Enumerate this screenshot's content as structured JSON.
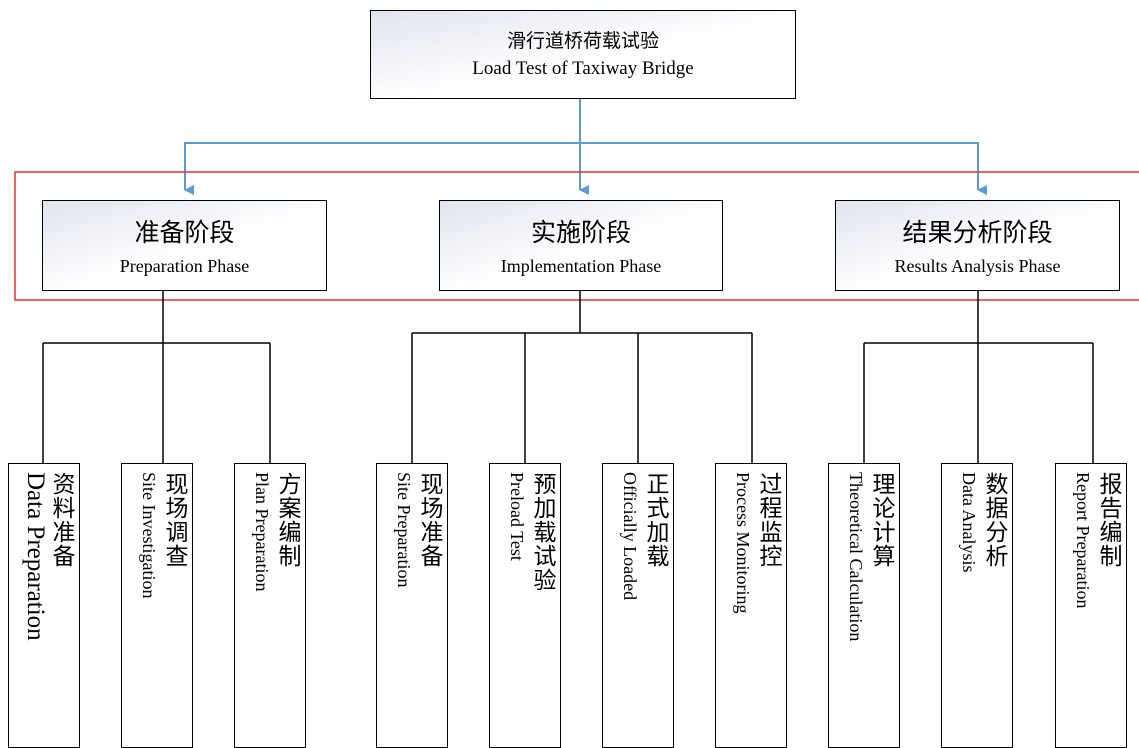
{
  "root": {
    "zh": "滑行道桥荷载试验",
    "en": "Load Test of Taxiway Bridge"
  },
  "phases": [
    {
      "zh": "准备阶段",
      "en": "Preparation Phase"
    },
    {
      "zh": "实施阶段",
      "en": "Implementation Phase"
    },
    {
      "zh": "结果分析阶段",
      "en": "Results Analysis Phase"
    }
  ],
  "tasks": [
    {
      "zh": "资料准备",
      "en": "Data Preparation"
    },
    {
      "zh": "现场调查",
      "en": "Site Investigation"
    },
    {
      "zh": "方案编制",
      "en": "Plan Preparation"
    },
    {
      "zh": "现场准备",
      "en": "Site Preparation"
    },
    {
      "zh": "预加载试验",
      "en": "Preload Test"
    },
    {
      "zh": "正式加载",
      "en": "Officially Loaded"
    },
    {
      "zh": "过程监控",
      "en": "Process Monitoring"
    },
    {
      "zh": "理论计算",
      "en": "Theoretical Calculation"
    },
    {
      "zh": "数据分析",
      "en": "Data Analysis"
    },
    {
      "zh": "报告编制",
      "en": "Report Preparation"
    }
  ],
  "colors": {
    "arrow": "#5b9bd5",
    "highlight": "#e8302a",
    "line": "#000000"
  }
}
